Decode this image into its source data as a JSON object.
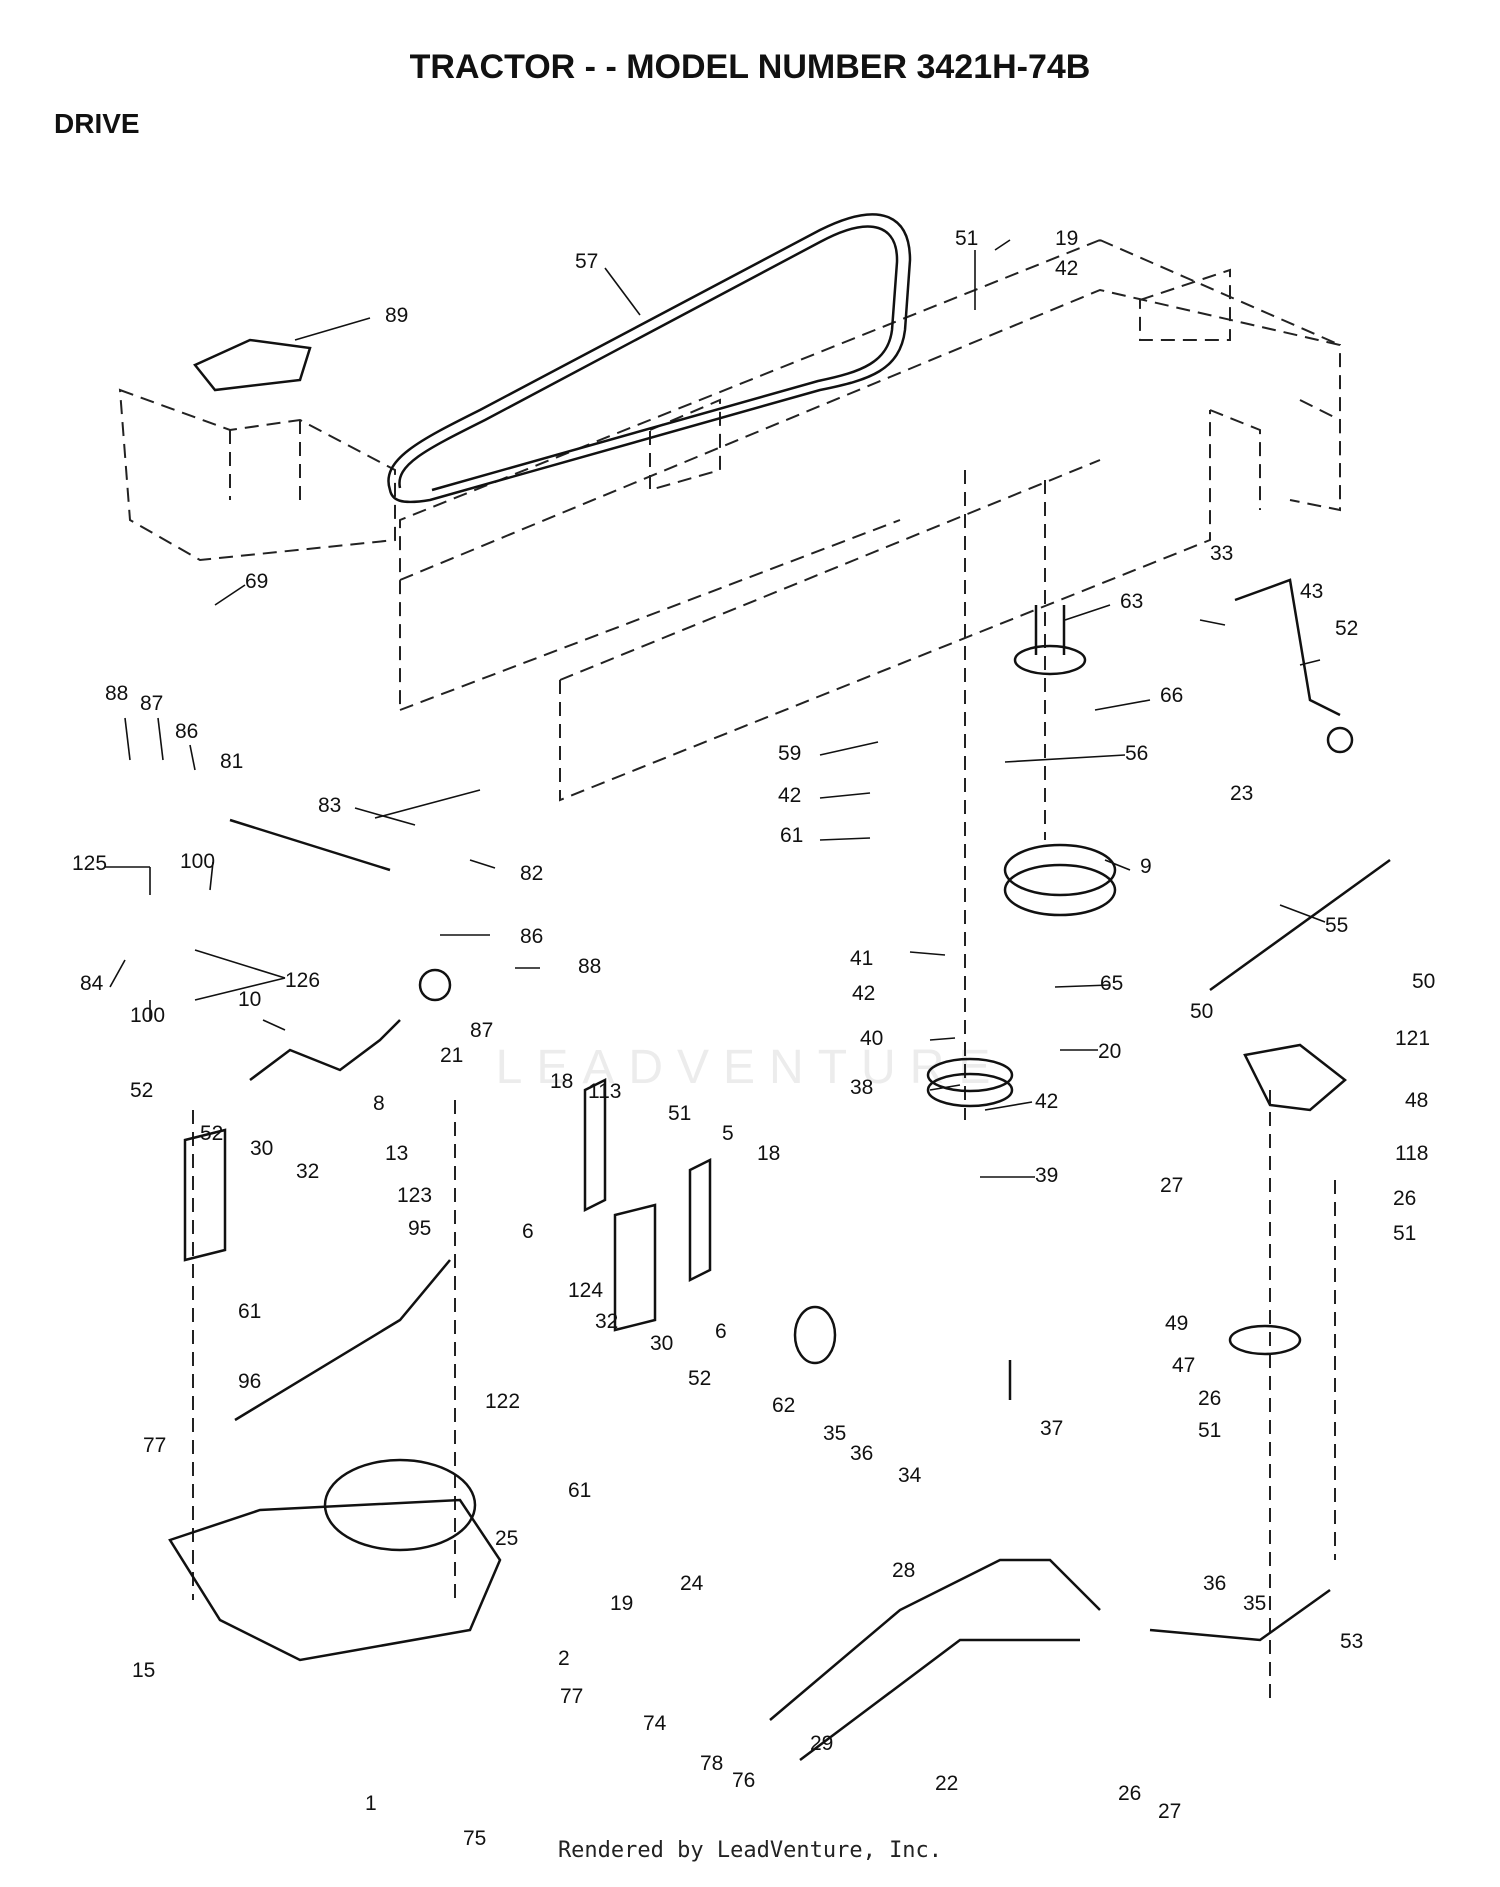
{
  "title": "TRACTOR - - MODEL NUMBER 3421H-74B",
  "section": "DRIVE",
  "footer": "Rendered by LeadVenture, Inc.",
  "watermark": "LEADVENTURE",
  "callouts": [
    {
      "id": "c57",
      "label": "57"
    },
    {
      "id": "c89",
      "label": "89"
    },
    {
      "id": "c51a",
      "label": "51"
    },
    {
      "id": "c19a",
      "label": "19"
    },
    {
      "id": "c42a",
      "label": "42"
    },
    {
      "id": "c69",
      "label": "69"
    },
    {
      "id": "c63",
      "label": "63"
    },
    {
      "id": "c33",
      "label": "33"
    },
    {
      "id": "c43",
      "label": "43"
    },
    {
      "id": "c52a",
      "label": "52"
    },
    {
      "id": "c66",
      "label": "66"
    },
    {
      "id": "c56",
      "label": "56"
    },
    {
      "id": "c23",
      "label": "23"
    },
    {
      "id": "c59",
      "label": "59"
    },
    {
      "id": "c42b",
      "label": "42"
    },
    {
      "id": "c61a",
      "label": "61"
    },
    {
      "id": "c88a",
      "label": "88"
    },
    {
      "id": "c87a",
      "label": "87"
    },
    {
      "id": "c86a",
      "label": "86"
    },
    {
      "id": "c81",
      "label": "81"
    },
    {
      "id": "c83",
      "label": "83"
    },
    {
      "id": "c82",
      "label": "82"
    },
    {
      "id": "c125",
      "label": "125"
    },
    {
      "id": "c100a",
      "label": "100"
    },
    {
      "id": "c86b",
      "label": "86"
    },
    {
      "id": "c88b",
      "label": "88"
    },
    {
      "id": "c84",
      "label": "84"
    },
    {
      "id": "c126",
      "label": "126"
    },
    {
      "id": "c100b",
      "label": "100"
    },
    {
      "id": "c87b",
      "label": "87"
    },
    {
      "id": "c10",
      "label": "10"
    },
    {
      "id": "c21",
      "label": "21"
    },
    {
      "id": "c8",
      "label": "8"
    },
    {
      "id": "c9",
      "label": "9"
    },
    {
      "id": "c55",
      "label": "55"
    },
    {
      "id": "c41",
      "label": "41"
    },
    {
      "id": "c65",
      "label": "65"
    },
    {
      "id": "c42c",
      "label": "42"
    },
    {
      "id": "c40",
      "label": "40"
    },
    {
      "id": "c20",
      "label": "20"
    },
    {
      "id": "c38",
      "label": "38"
    },
    {
      "id": "c42d",
      "label": "42"
    },
    {
      "id": "c39",
      "label": "39"
    },
    {
      "id": "c50a",
      "label": "50"
    },
    {
      "id": "c50b",
      "label": "50"
    },
    {
      "id": "c121",
      "label": "121"
    },
    {
      "id": "c48",
      "label": "48"
    },
    {
      "id": "c118",
      "label": "118"
    },
    {
      "id": "c27a",
      "label": "27"
    },
    {
      "id": "c26a",
      "label": "26"
    },
    {
      "id": "c51b",
      "label": "51"
    },
    {
      "id": "c52b",
      "label": "52"
    },
    {
      "id": "c52c",
      "label": "52"
    },
    {
      "id": "c30a",
      "label": "30"
    },
    {
      "id": "c32a",
      "label": "32"
    },
    {
      "id": "c61b",
      "label": "61"
    },
    {
      "id": "c18a",
      "label": "18"
    },
    {
      "id": "c113",
      "label": "113"
    },
    {
      "id": "c51c",
      "label": "51"
    },
    {
      "id": "c5",
      "label": "5"
    },
    {
      "id": "c18b",
      "label": "18"
    },
    {
      "id": "c6a",
      "label": "6"
    },
    {
      "id": "c6b",
      "label": "6"
    },
    {
      "id": "c13",
      "label": "13"
    },
    {
      "id": "c123",
      "label": "123"
    },
    {
      "id": "c95",
      "label": "95"
    },
    {
      "id": "c124",
      "label": "124"
    },
    {
      "id": "c122",
      "label": "122"
    },
    {
      "id": "c96",
      "label": "96"
    },
    {
      "id": "c77a",
      "label": "77"
    },
    {
      "id": "c32b",
      "label": "32"
    },
    {
      "id": "c30b",
      "label": "30"
    },
    {
      "id": "c52d",
      "label": "52"
    },
    {
      "id": "c61c",
      "label": "61"
    },
    {
      "id": "c62",
      "label": "62"
    },
    {
      "id": "c35a",
      "label": "35"
    },
    {
      "id": "c36a",
      "label": "36"
    },
    {
      "id": "c34",
      "label": "34"
    },
    {
      "id": "c49",
      "label": "49"
    },
    {
      "id": "c47",
      "label": "47"
    },
    {
      "id": "c26b",
      "label": "26"
    },
    {
      "id": "c51d",
      "label": "51"
    },
    {
      "id": "c37",
      "label": "37"
    },
    {
      "id": "c25",
      "label": "25"
    },
    {
      "id": "c19b",
      "label": "19"
    },
    {
      "id": "c24",
      "label": "24"
    },
    {
      "id": "c28",
      "label": "28"
    },
    {
      "id": "c36b",
      "label": "36"
    },
    {
      "id": "c35b",
      "label": "35"
    },
    {
      "id": "c53",
      "label": "53"
    },
    {
      "id": "c15",
      "label": "15"
    },
    {
      "id": "c2",
      "label": "2"
    },
    {
      "id": "c77b",
      "label": "77"
    },
    {
      "id": "c74",
      "label": "74"
    },
    {
      "id": "c29",
      "label": "29"
    },
    {
      "id": "c78",
      "label": "78"
    },
    {
      "id": "c76",
      "label": "76"
    },
    {
      "id": "c22",
      "label": "22"
    },
    {
      "id": "c26c",
      "label": "26"
    },
    {
      "id": "c27b",
      "label": "27"
    },
    {
      "id": "c1",
      "label": "1"
    },
    {
      "id": "c75",
      "label": "75"
    }
  ]
}
